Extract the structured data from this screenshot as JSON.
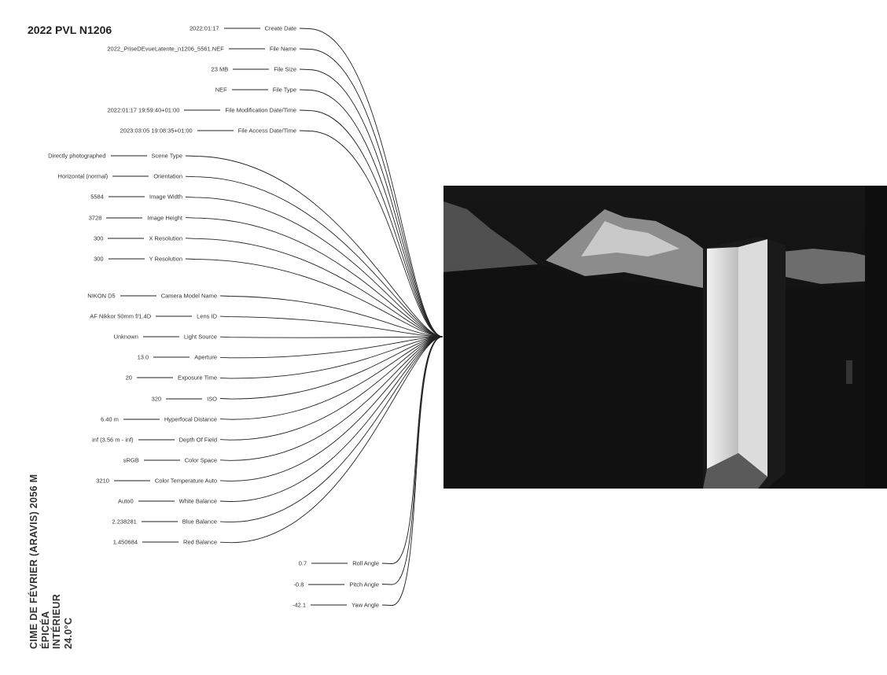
{
  "title": "2022 PVL N1206",
  "location_lines": [
    "CIME DE FÉVRIER (ARAVIS) 2056 M",
    "ÉPICÉA",
    "INTÉRIEUR",
    "24.0°C"
  ],
  "groups": [
    {
      "rows": [
        {
          "value": "2022:01:17",
          "label": "Create Date"
        },
        {
          "value": "2022_PriseDEvueLatente_n1206_5561.NEF",
          "label": "File Name"
        },
        {
          "value": "23 MB",
          "label": "File Size"
        },
        {
          "value": "NEF",
          "label": "File Type"
        },
        {
          "value": "2022:01:17 19:59:40+01:00",
          "label": "File Modification Date/Time"
        },
        {
          "value": "2023:03:05 19:08:35+01:00",
          "label": "File Access Date/Time"
        }
      ]
    },
    {
      "rows": [
        {
          "value": "Directly photographed",
          "label": "Scene Type"
        },
        {
          "value": "Horizontal (normal)",
          "label": "Orientation"
        },
        {
          "value": "5584",
          "label": "Image Width"
        },
        {
          "value": "3728",
          "label": "Image Height"
        },
        {
          "value": "300",
          "label": "X Resolution"
        },
        {
          "value": "300",
          "label": "Y Resolution"
        }
      ]
    },
    {
      "rows": [
        {
          "value": "NIKON D5",
          "label": "Camera Model Name"
        },
        {
          "value": "AF Nikkor 50mm f/1.4D",
          "label": "Lens ID"
        },
        {
          "value": "Unknown",
          "label": "Light Source"
        },
        {
          "value": "13.0",
          "label": "Aperture"
        },
        {
          "value": "20",
          "label": "Exposure Time"
        },
        {
          "value": "320",
          "label": "ISO"
        },
        {
          "value": "6.40 m",
          "label": "Hyperfocal Distance"
        },
        {
          "value": "inf (3.56 m - inf)",
          "label": "Depth Of Field"
        },
        {
          "value": "sRGB",
          "label": "Color Space"
        },
        {
          "value": "3210",
          "label": "Color Temperature Auto"
        },
        {
          "value": "Auto0",
          "label": "White Balance"
        },
        {
          "value": "2.238281",
          "label": "Blue Balance"
        },
        {
          "value": "1.450684",
          "label": "Red Balance"
        }
      ]
    },
    {
      "rows": [
        {
          "value": "0.7",
          "label": "Roll Angle"
        },
        {
          "value": "-0.8",
          "label": "Pitch Angle"
        },
        {
          "value": "-42.1",
          "label": "Yaw Angle"
        }
      ]
    }
  ]
}
